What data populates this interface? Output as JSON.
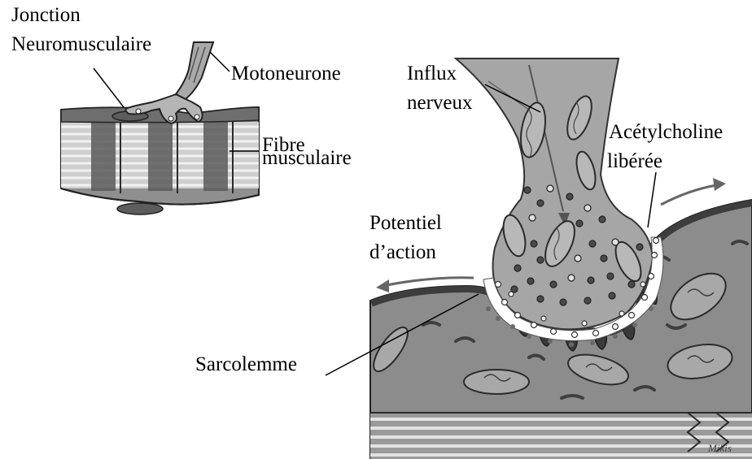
{
  "labels": {
    "jonction": "Jonction",
    "neuromusculaire": "Neuromusculaire",
    "motoneurone": "Motoneurone",
    "fibre": "Fibre",
    "musculaire": "musculaire",
    "influx": "Influx",
    "nerveux": "nerveux",
    "acetylcholine": "Acétylcholine",
    "liberee": "libérée",
    "potentiel": "Potentiel",
    "daction": "d’action",
    "sarcolemme": "Sarcolemme"
  },
  "signature": "Mikis",
  "colors": {
    "fiber_fill": "#8f8f8f",
    "fiber_light": "#bdbdbd",
    "stripe_light": "#e6e6e6",
    "stripe_dark": "#555555",
    "axon_fill": "#a6a6a6",
    "sarcoplasm": "#8c8c8c",
    "membrane": "#3d3d3d",
    "vesicle_dark": "#4a4a4a",
    "ach_dot": "#ffffff",
    "line": "#000000",
    "arrow": "#666666"
  }
}
